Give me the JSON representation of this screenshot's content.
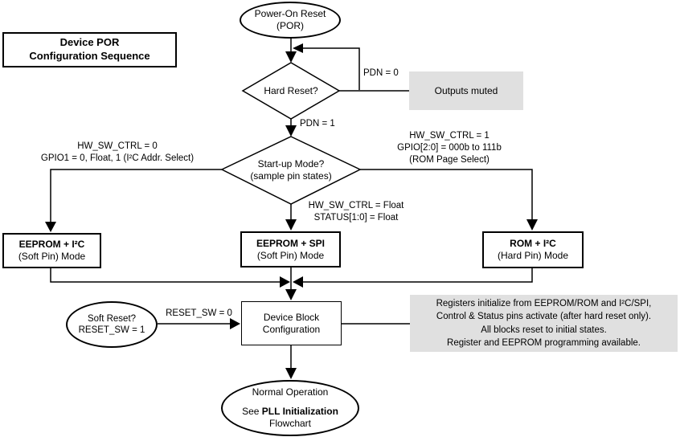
{
  "title": {
    "line1": "Device POR",
    "line2": "Configuration Sequence"
  },
  "nodes": {
    "por": {
      "line1": "Power-On Reset",
      "line2": "(POR)"
    },
    "hard_reset": {
      "question": "Hard Reset?"
    },
    "outputs_muted": {
      "label": "Outputs muted"
    },
    "startup": {
      "line1": "Start-up Mode?",
      "line2": "(sample pin states)"
    },
    "eeprom_i2c": {
      "line1": "EEPROM + I²C",
      "line2": "(Soft Pin) Mode"
    },
    "eeprom_spi": {
      "line1": "EEPROM + SPI",
      "line2": "(Soft Pin) Mode"
    },
    "rom_i2c": {
      "line1": "ROM + I²C",
      "line2": "(Hard Pin) Mode"
    },
    "soft_reset": {
      "line1": "Soft Reset?",
      "line2": "RESET_SW = 1"
    },
    "device_block": {
      "line1": "Device Block",
      "line2": "Configuration"
    },
    "notes": {
      "line1": "Registers initialize from EEPROM/ROM and I²C/SPI,",
      "line2": "Control & Status pins activate (after hard reset only).",
      "line3": "All blocks reset to initial states.",
      "line4": "Register and EEPROM programming available."
    },
    "normal_op": {
      "line1": "Normal Operation",
      "line2_prefix": "See ",
      "line2_bold": "PLL Initialization",
      "line3": "Flowchart"
    }
  },
  "edge_labels": {
    "pdn0": "PDN = 0",
    "pdn1": "PDN = 1",
    "left_line1": "HW_SW_CTRL = 0",
    "left_line2": "GPIO1 = 0, Float, 1 (I²C Addr. Select)",
    "right_line1": "HW_SW_CTRL = 1",
    "right_line2": "GPIO[2:0] = 000b to 111b",
    "right_line3": "(ROM Page Select)",
    "mid_line1": "HW_SW_CTRL = Float",
    "mid_line2": "STATUS[1:0] = Float",
    "reset_sw0": "RESET_SW = 0"
  },
  "colors": {
    "line": "#000000",
    "shape_fill": "#ffffff",
    "muted_fill": "#e0e0e0",
    "text": "#000000"
  }
}
